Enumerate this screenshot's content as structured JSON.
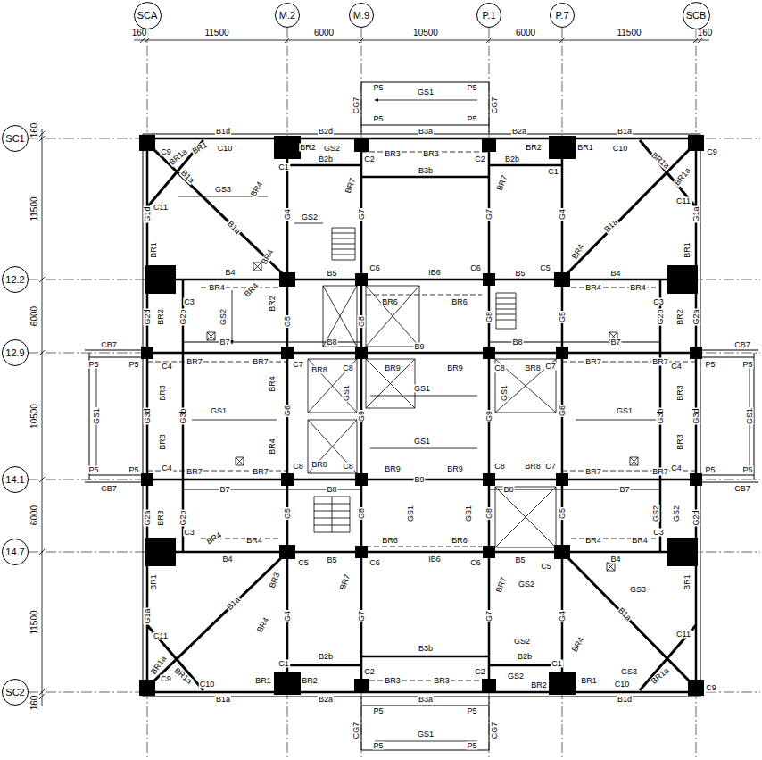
{
  "diagram": {
    "nodes": [
      {
        "text": [
          "SCA"
        ]
      },
      {
        "text": [
          "M.2"
        ]
      },
      {
        "text": [
          "M.9"
        ]
      },
      {
        "text": [
          "P.1"
        ]
      },
      {
        "text": [
          "P.7"
        ]
      },
      {
        "text": [
          "SCB"
        ]
      },
      {
        "text": [
          "SC1"
        ]
      },
      {
        "text": [
          "12.2"
        ]
      },
      {
        "text": [
          "12.9"
        ]
      },
      {
        "text": [
          "14.1"
        ]
      },
      {
        "text": [
          "14.7"
        ]
      },
      {
        "text": [
          "SC2"
        ]
      }
    ],
    "labels": [
      "160",
      "11500",
      "6000",
      "10500",
      "6000",
      "11500",
      "160",
      "160",
      "11500",
      "6000",
      "10500",
      "6000",
      "11500",
      "160",
      "P5",
      "GS1",
      "P5",
      "CG7",
      "P5",
      "P5",
      "CG7",
      "C9",
      "BR1a",
      "BR1",
      "B1d",
      "C10",
      "B1a",
      "B2d",
      "BR2",
      "GS2",
      "B3a",
      "BR3",
      "BR3",
      "B2a",
      "B2b",
      "BR2",
      "C2",
      "C2",
      "B2b",
      "C1",
      "B3b",
      "B1a",
      "BR1",
      "C10",
      "BR1a",
      "C9",
      "C1",
      "C11",
      "G1d",
      "GS3",
      "B1a",
      "BR4",
      "BR1",
      "G4",
      "GS2",
      "G7",
      "BR4",
      "BR7",
      "BR7",
      "G7",
      "G4",
      "B1a",
      "C11",
      "G1a",
      "BR1",
      "BR4",
      "BR1a",
      "B4",
      "C3",
      "BR4",
      "BR4",
      "B5",
      "C6",
      "BR6",
      "IB6",
      "BR6",
      "C6",
      "B5",
      "C5",
      "BR4",
      "BR4",
      "B4",
      "C3",
      "G2d",
      "BR2",
      "G2b",
      "GS2",
      "BR2",
      "G5",
      "G8",
      "G8",
      "G5",
      "G2b",
      "BR2",
      "G2a",
      "B7",
      "B8",
      "B8",
      "B7",
      "CB7",
      "CB7",
      "P5",
      "P5",
      "C4",
      "BR7",
      "BR7",
      "C7",
      "BR8",
      "C8",
      "B9",
      "BR9",
      "BR9",
      "C8",
      "BR8",
      "C7",
      "BR7",
      "BR7",
      "C4",
      "P5",
      "P5",
      "GS1",
      "G3d",
      "BR3",
      "BR3",
      "G3b",
      "GS1",
      "BR4",
      "BR4",
      "G6",
      "GS1",
      "G9",
      "GS1",
      "GS1",
      "G9",
      "GS1",
      "G6",
      "GS1",
      "G3b",
      "BR3",
      "BR3",
      "G3d",
      "GS1",
      "P5",
      "P5",
      "C4",
      "BR7",
      "BR7",
      "C8",
      "BR8",
      "C8",
      "BR9",
      "B9",
      "BR9",
      "C8",
      "BR8",
      "C7",
      "BR7",
      "BR7",
      "C4",
      "P5",
      "P5",
      "CB7",
      "CB7",
      "B7",
      "B8",
      "B8",
      "B7",
      "G2a",
      "BR3",
      "G2b",
      "G5",
      "G8",
      "GS1",
      "GS1",
      "G8",
      "G5",
      "GS2",
      "GS2",
      "G2d",
      "C3",
      "BR4",
      "BR4",
      "B4",
      "C5",
      "B5",
      "C6",
      "BR6",
      "IB6",
      "BR6",
      "C6",
      "B5",
      "C5",
      "BR4",
      "BR4",
      "B4",
      "C3",
      "BR1",
      "G1a",
      "C11",
      "B1a",
      "BR3",
      "BR4",
      "G4",
      "G7",
      "BR7",
      "BR7",
      "GS2",
      "G7",
      "G4",
      "GS3",
      "B1a",
      "C11",
      "BR1",
      "BR4",
      "GS2",
      "GS3",
      "BR1a",
      "C9",
      "BR1a",
      "C10",
      "B1a",
      "BR1",
      "C1",
      "B2b",
      "BR2",
      "B2a",
      "C2",
      "B3b",
      "BR3",
      "BR3",
      "B3a",
      "C2",
      "B2b",
      "GS2",
      "BR2",
      "C1",
      "BR1",
      "C10",
      "B1d",
      "BR1a",
      "C9",
      "P5",
      "P5",
      "CG7",
      "GS1",
      "CG7",
      "P5",
      "P5"
    ]
  }
}
